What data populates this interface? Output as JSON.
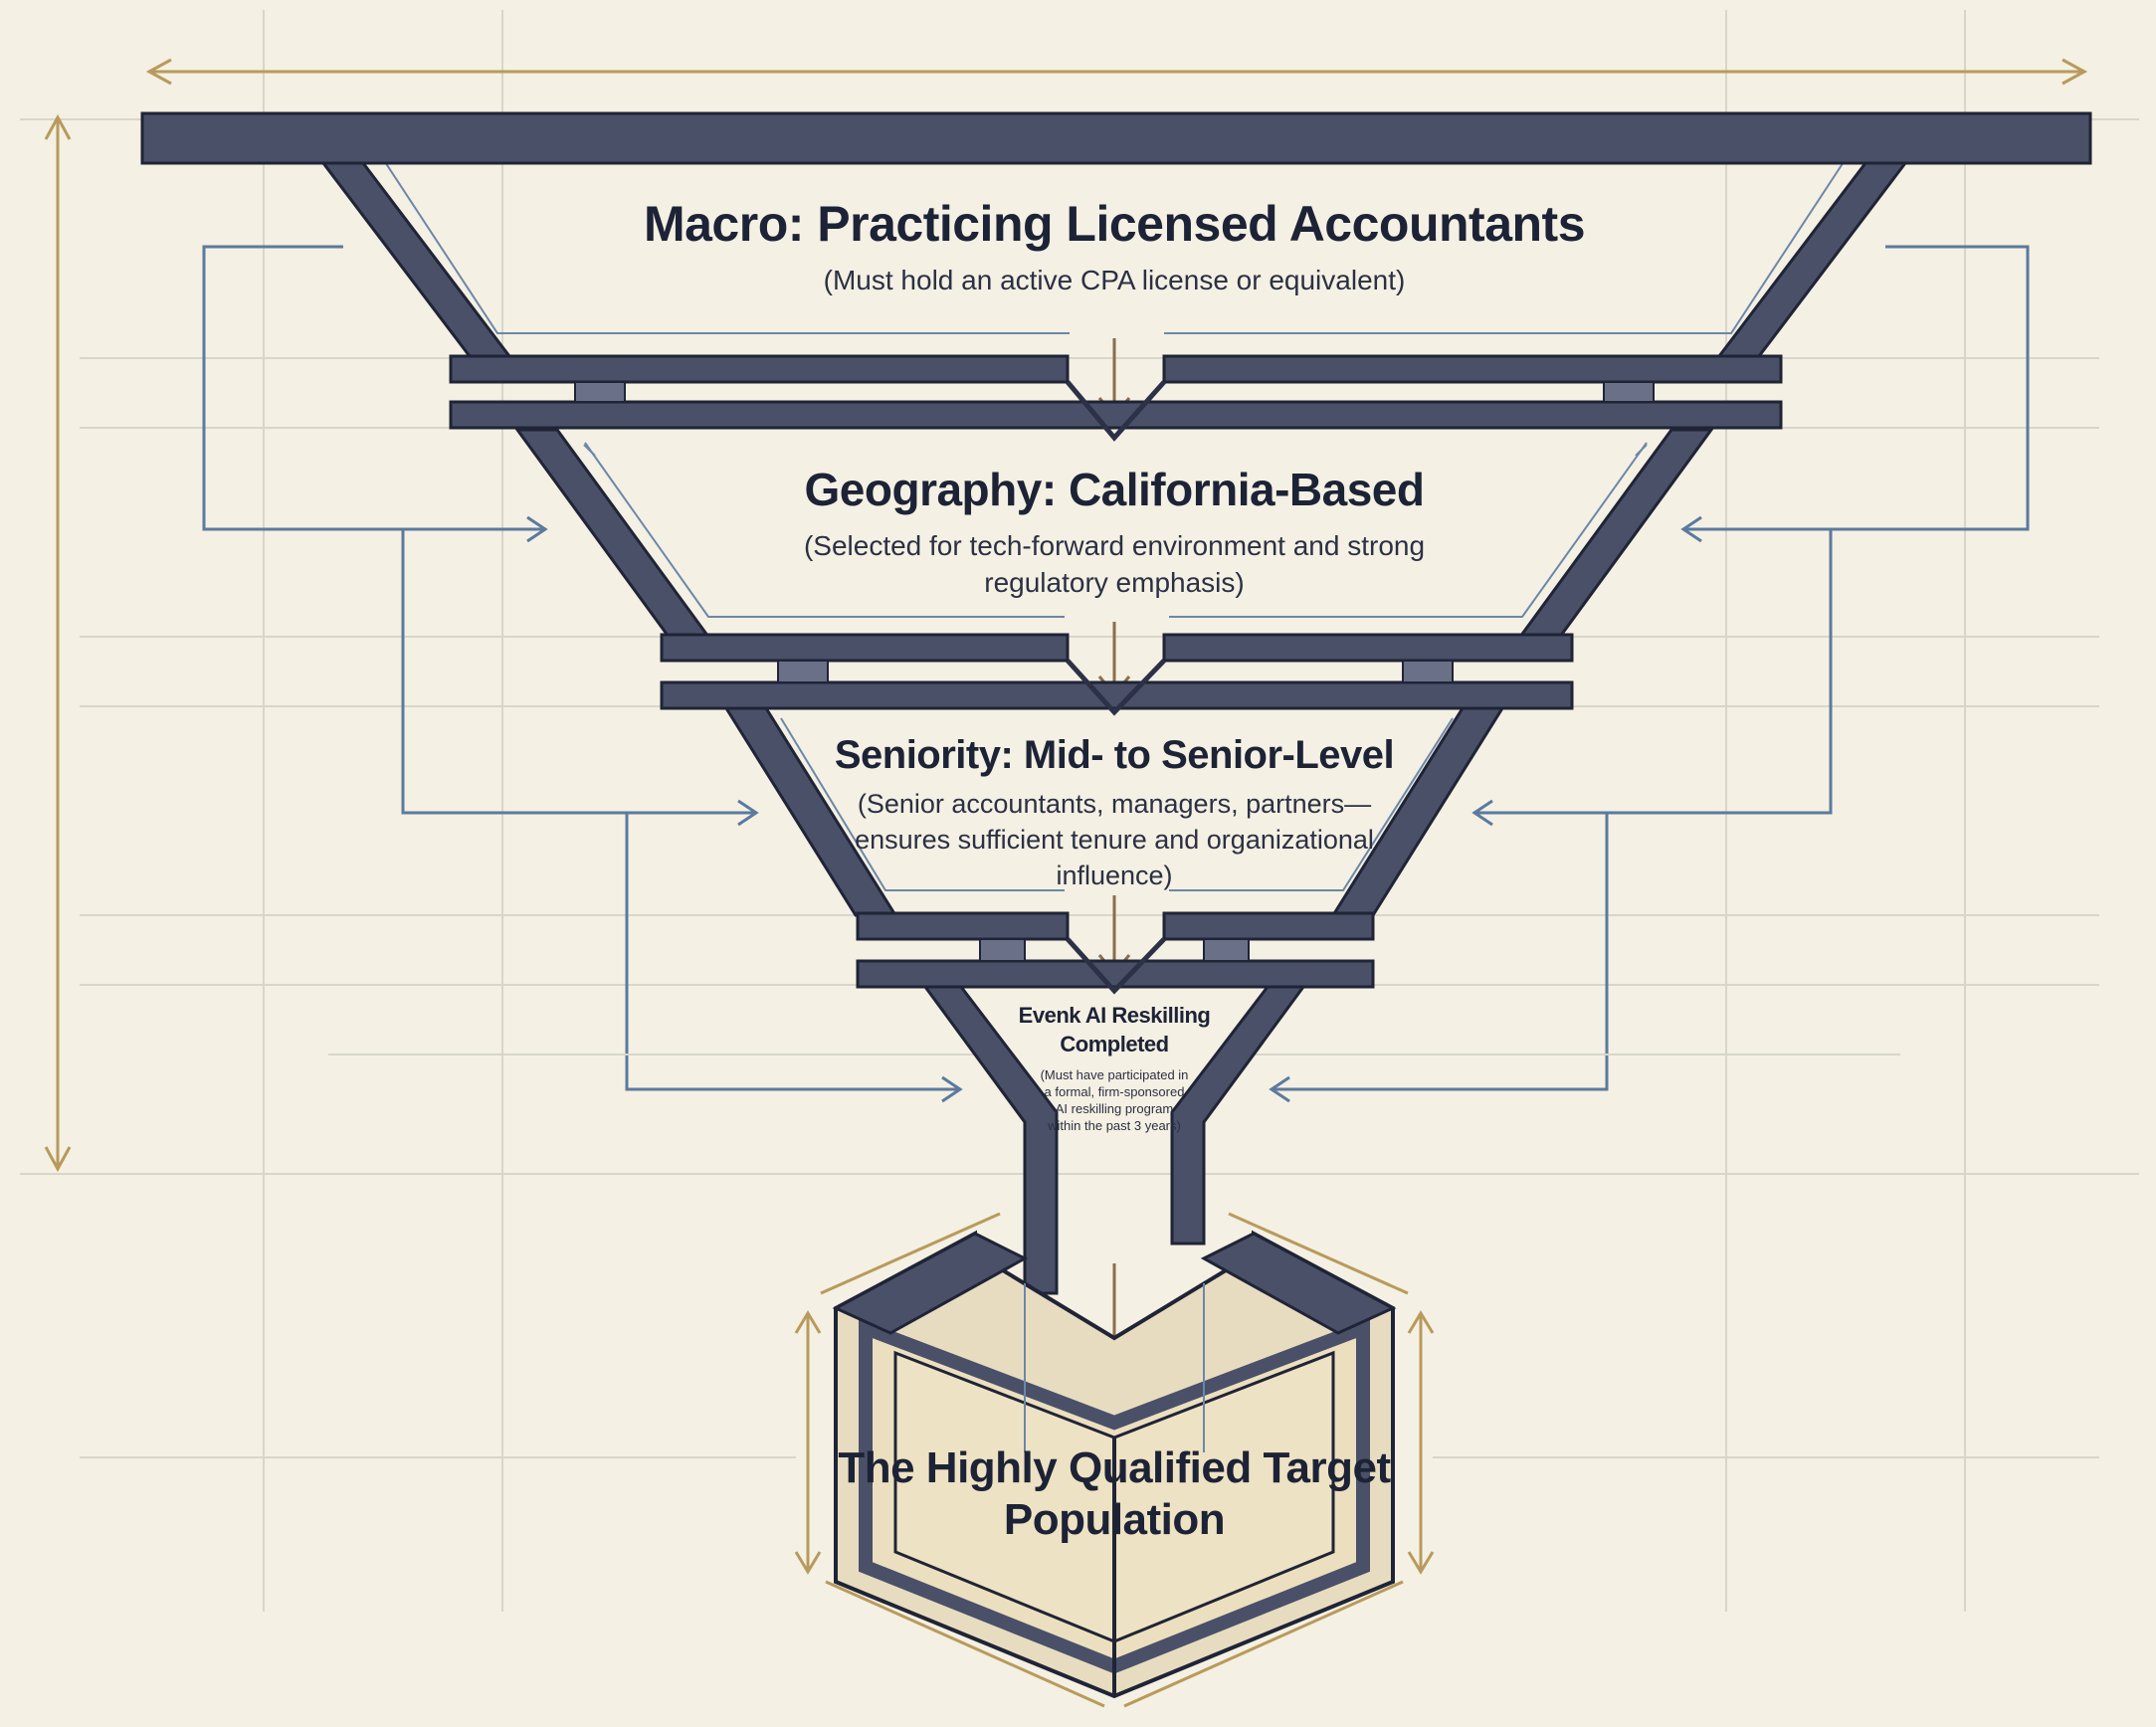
{
  "diagram": {
    "stages": [
      {
        "title": "Macro: Practicing Licensed Accountants",
        "description": "(Must hold an active CPA license or equivalent)"
      },
      {
        "title": "Geography: California-Based",
        "description": "(Selected for tech-forward environment and strong regulatory emphasis)"
      },
      {
        "title": "Seniority: Mid- to Senior-Level",
        "description": "(Senior accountants, managers, partners—ensures sufficient tenure and organizational influence)"
      },
      {
        "title": "Evenk AI Reskilling Completed",
        "description": "(Must have participated in a formal, firm-sponsored AI reskilling program within the past 3 years)"
      }
    ],
    "result": {
      "title": "The Highly Qualified Target Population"
    },
    "colors": {
      "background": "#f4f0e3",
      "frame": "#4a5068",
      "frame_dark": "#2c3148",
      "guide_blue": "#5b7a9e",
      "guide_gold": "#b89a5c",
      "box_fill": "#e8dcc0"
    }
  }
}
